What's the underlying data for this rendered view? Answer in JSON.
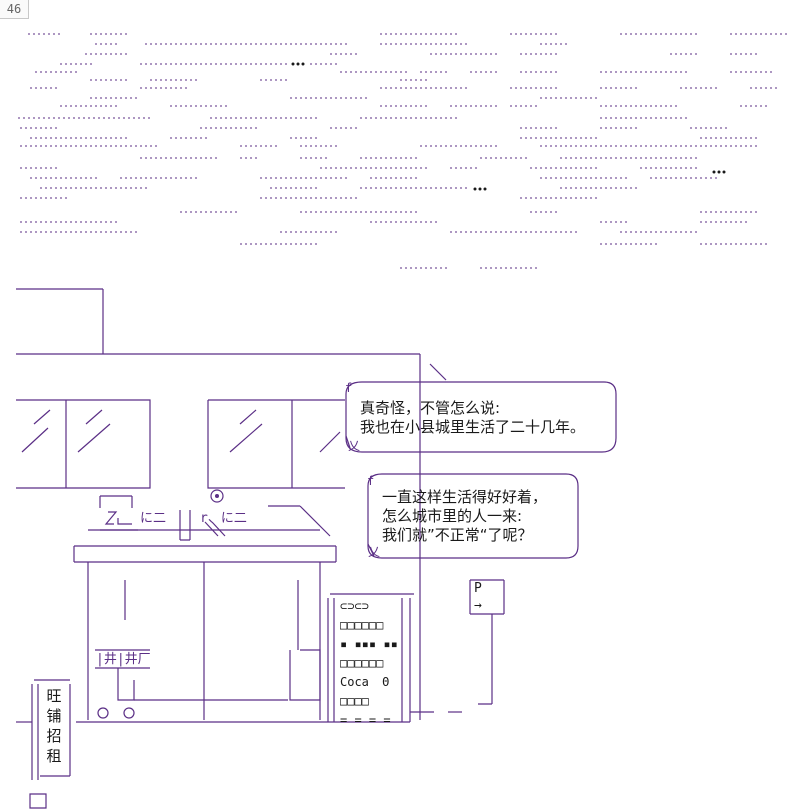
{
  "page": {
    "number": "46"
  },
  "speech": {
    "bubble1": {
      "line1": "真奇怪，不管怎么说:",
      "line2": "我也在小县城里生活了二十几年。"
    },
    "bubble2": {
      "line1": "一直这样生活得好好着，",
      "line2": "怎么城市里的人一来:",
      "line3": "我们就”不正常“了呢？"
    }
  },
  "shop_sign": {
    "chars": [
      "旺",
      "铺",
      "招",
      "租"
    ]
  },
  "machine": {
    "row1": "⊂⊃⊂⊃",
    "row2": "□□□□□□",
    "row3": "▪ ▪▪▪ ▪▪",
    "row4": "□□□□□□",
    "brand": "Coca",
    "brand_symbol": "Θ",
    "row6": "□□□□",
    "row7": "= = = ="
  },
  "parking_sign": {
    "letter": "P",
    "arrow": "→"
  },
  "colors": {
    "ink": "#5b2f86",
    "text": "#1a1a1a"
  }
}
